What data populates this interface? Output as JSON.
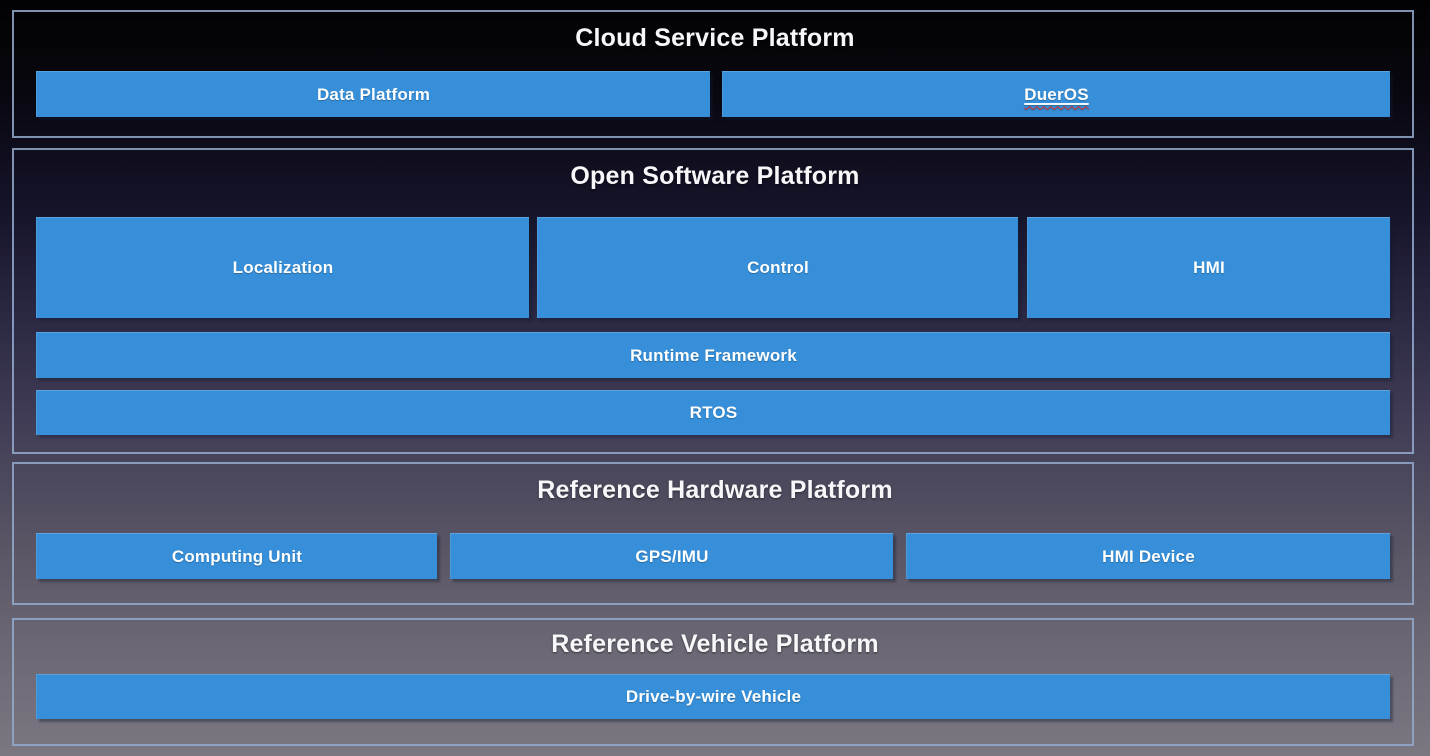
{
  "diagram": {
    "kind": "layered-platform-architecture",
    "colors": {
      "box_blue": "#368fd8",
      "section_border": "#94aacd",
      "background_top": "#020203",
      "background_bottom": "#7c7882",
      "text": "#ffffff",
      "spellcheck_squiggle": "#dd2b23"
    }
  },
  "sections": [
    {
      "id": "cloud-service-platform",
      "title": "Cloud Service Platform",
      "boxes": [
        {
          "label": "Data Platform"
        },
        {
          "label": "DuerOS",
          "spellcheck_underline": true
        }
      ]
    },
    {
      "id": "open-software-platform",
      "title": "Open Software Platform",
      "boxes": [
        {
          "label": "Localization"
        },
        {
          "label": "Control"
        },
        {
          "label": "HMI"
        },
        {
          "label": "Runtime Framework"
        },
        {
          "label": "RTOS"
        }
      ]
    },
    {
      "id": "reference-hardware-platform",
      "title": "Reference Hardware Platform",
      "boxes": [
        {
          "label": "Computing Unit"
        },
        {
          "label": "GPS/IMU"
        },
        {
          "label": "HMI Device"
        }
      ]
    },
    {
      "id": "reference-vehicle-platform",
      "title": "Reference Vehicle Platform",
      "boxes": [
        {
          "label": "Drive-by-wire Vehicle"
        }
      ]
    }
  ]
}
